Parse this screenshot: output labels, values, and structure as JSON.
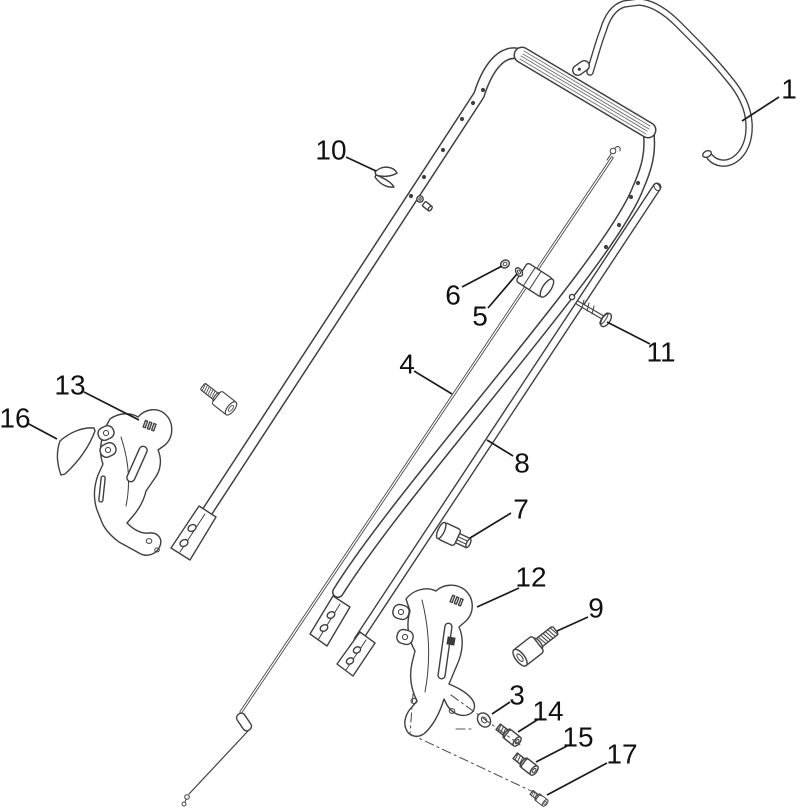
{
  "diagram": {
    "type": "exploded-parts-diagram",
    "subject": "lawn-mower-handle-assembly",
    "background": "#ffffff",
    "line_color": "#404040",
    "label_color": "#111111",
    "callouts": [
      {
        "number": "1",
        "depicts": "control-bail-bar"
      },
      {
        "number": "3",
        "depicts": "flat-washer"
      },
      {
        "number": "4",
        "depicts": "control-cable"
      },
      {
        "number": "5",
        "depicts": "washer"
      },
      {
        "number": "6",
        "depicts": "nut"
      },
      {
        "number": "7",
        "depicts": "cable-end-fitting"
      },
      {
        "number": "8",
        "depicts": "lower-handle-tube"
      },
      {
        "number": "9",
        "depicts": "socket-head-bolt"
      },
      {
        "number": "10",
        "depicts": "cable-clip"
      },
      {
        "number": "11",
        "depicts": "handle-bolt"
      },
      {
        "number": "12",
        "depicts": "right-handle-bracket"
      },
      {
        "number": "13",
        "depicts": "left-handle-bracket"
      },
      {
        "number": "14",
        "depicts": "shoulder-bolt"
      },
      {
        "number": "15",
        "depicts": "shoulder-bolt"
      },
      {
        "number": "16",
        "depicts": "wedge-plate"
      },
      {
        "number": "17",
        "depicts": "screw"
      }
    ]
  }
}
